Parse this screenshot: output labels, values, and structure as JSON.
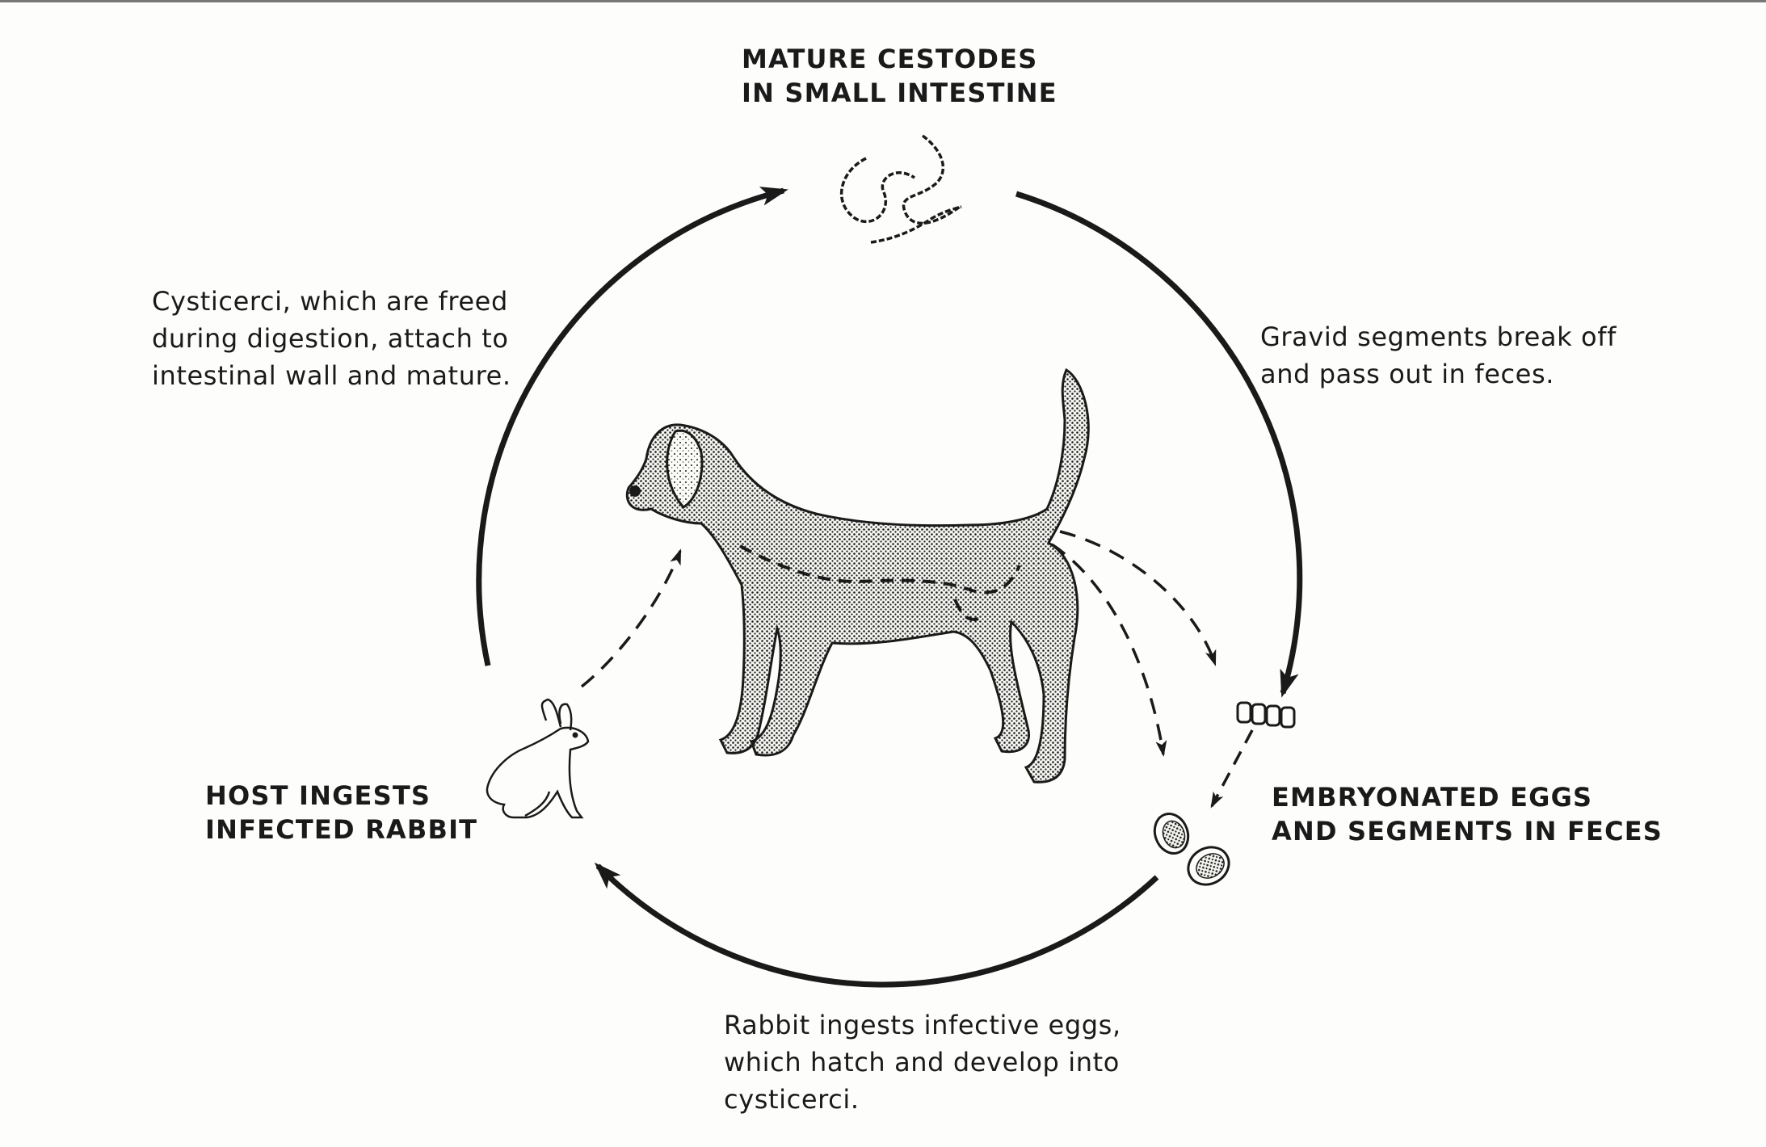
{
  "stages": {
    "top_label": "MATURE CESTODES\nIN SMALL INTESTINE",
    "right_caption": "Gravid segments break off\nand pass out in feces.",
    "right_label": "EMBRYONATED EGGS\nAND SEGMENTS IN FECES",
    "bottom_caption": "Rabbit ingests infective eggs,\nwhich hatch and develop into\ncysticerci.",
    "left_label": "HOST INGESTS\nINFECTED RABBIT",
    "left_caption": "Cysticerci, which are freed\nduring digestion, attach to\nintestinal wall and mature."
  },
  "illustrations": {
    "host": "dog-icon",
    "intermediate_host": "rabbit-icon",
    "parasite": "tapeworm-icon",
    "eggs": "egg-icon",
    "segments": "proglottid-segments-icon"
  },
  "colors": {
    "ink": "#1a1a1a",
    "paper": "#fdfdfb"
  }
}
